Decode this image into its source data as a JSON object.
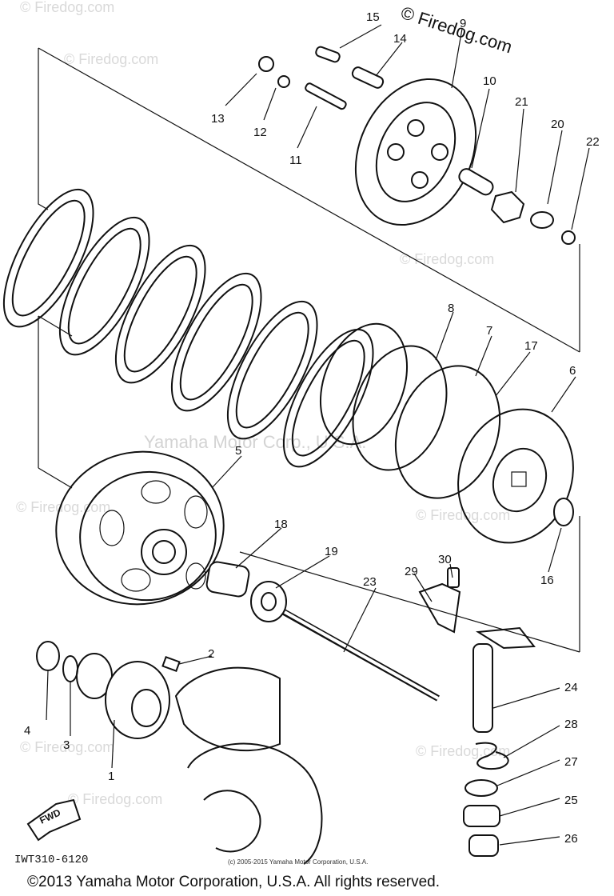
{
  "watermarks": {
    "site": "© Firedog.com",
    "center": "Yamaha Motor Corp., U.S.A."
  },
  "diagram_code": "IWT310-6120",
  "credit": "(c) 2005-2015 Yamaha Motor Corporation, U.S.A.",
  "copyright": "©2013 Yamaha Motor Corporation, U.S.A. All rights reserved.",
  "parts": [
    {
      "id": "p1",
      "label": "1"
    },
    {
      "id": "p2",
      "label": "2"
    },
    {
      "id": "p3",
      "label": "3"
    },
    {
      "id": "p4",
      "label": "4"
    },
    {
      "id": "p5",
      "label": "5"
    },
    {
      "id": "p6",
      "label": "6"
    },
    {
      "id": "p7",
      "label": "7"
    },
    {
      "id": "p8",
      "label": "8"
    },
    {
      "id": "p9",
      "label": "9"
    },
    {
      "id": "p10",
      "label": "10"
    },
    {
      "id": "p11",
      "label": "11"
    },
    {
      "id": "p12",
      "label": "12"
    },
    {
      "id": "p13",
      "label": "13"
    },
    {
      "id": "p14",
      "label": "14"
    },
    {
      "id": "p15",
      "label": "15"
    },
    {
      "id": "p16",
      "label": "16"
    },
    {
      "id": "p17",
      "label": "17"
    },
    {
      "id": "p18",
      "label": "18"
    },
    {
      "id": "p19",
      "label": "19"
    },
    {
      "id": "p20",
      "label": "20"
    },
    {
      "id": "p21",
      "label": "21"
    },
    {
      "id": "p22",
      "label": "22"
    },
    {
      "id": "p23",
      "label": "23"
    },
    {
      "id": "p24",
      "label": "24"
    },
    {
      "id": "p25",
      "label": "25"
    },
    {
      "id": "p26",
      "label": "26"
    },
    {
      "id": "p27",
      "label": "27"
    },
    {
      "id": "p28",
      "label": "28"
    },
    {
      "id": "p29",
      "label": "29"
    },
    {
      "id": "p30",
      "label": "30"
    }
  ],
  "fwd_label": "FWD"
}
